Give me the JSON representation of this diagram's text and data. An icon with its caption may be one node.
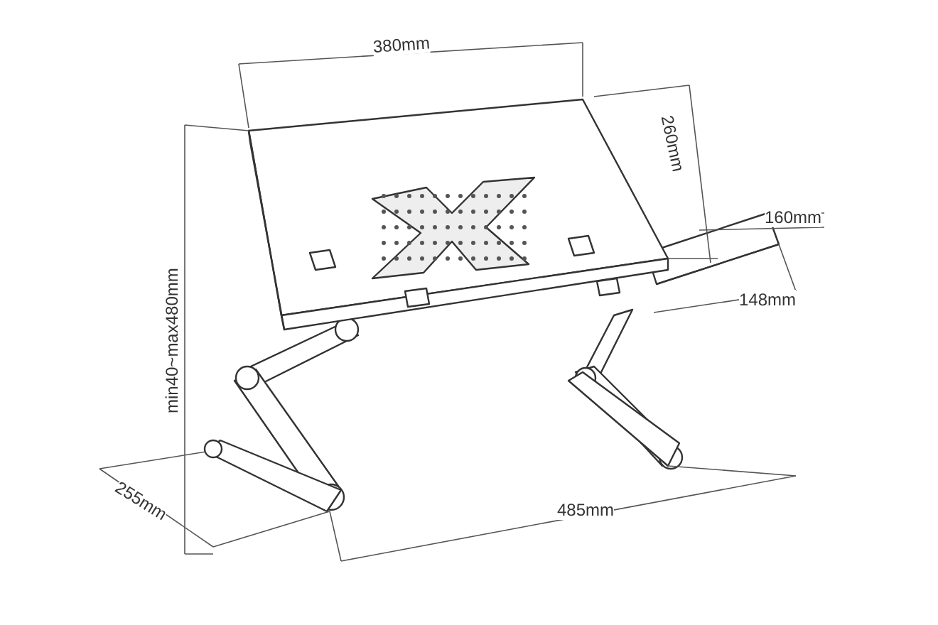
{
  "diagram": {
    "labels": [
      "380mm",
      "260mm",
      "160mm",
      "148mm",
      "min40~max480mm",
      "255mm",
      "485mm"
    ]
  }
}
